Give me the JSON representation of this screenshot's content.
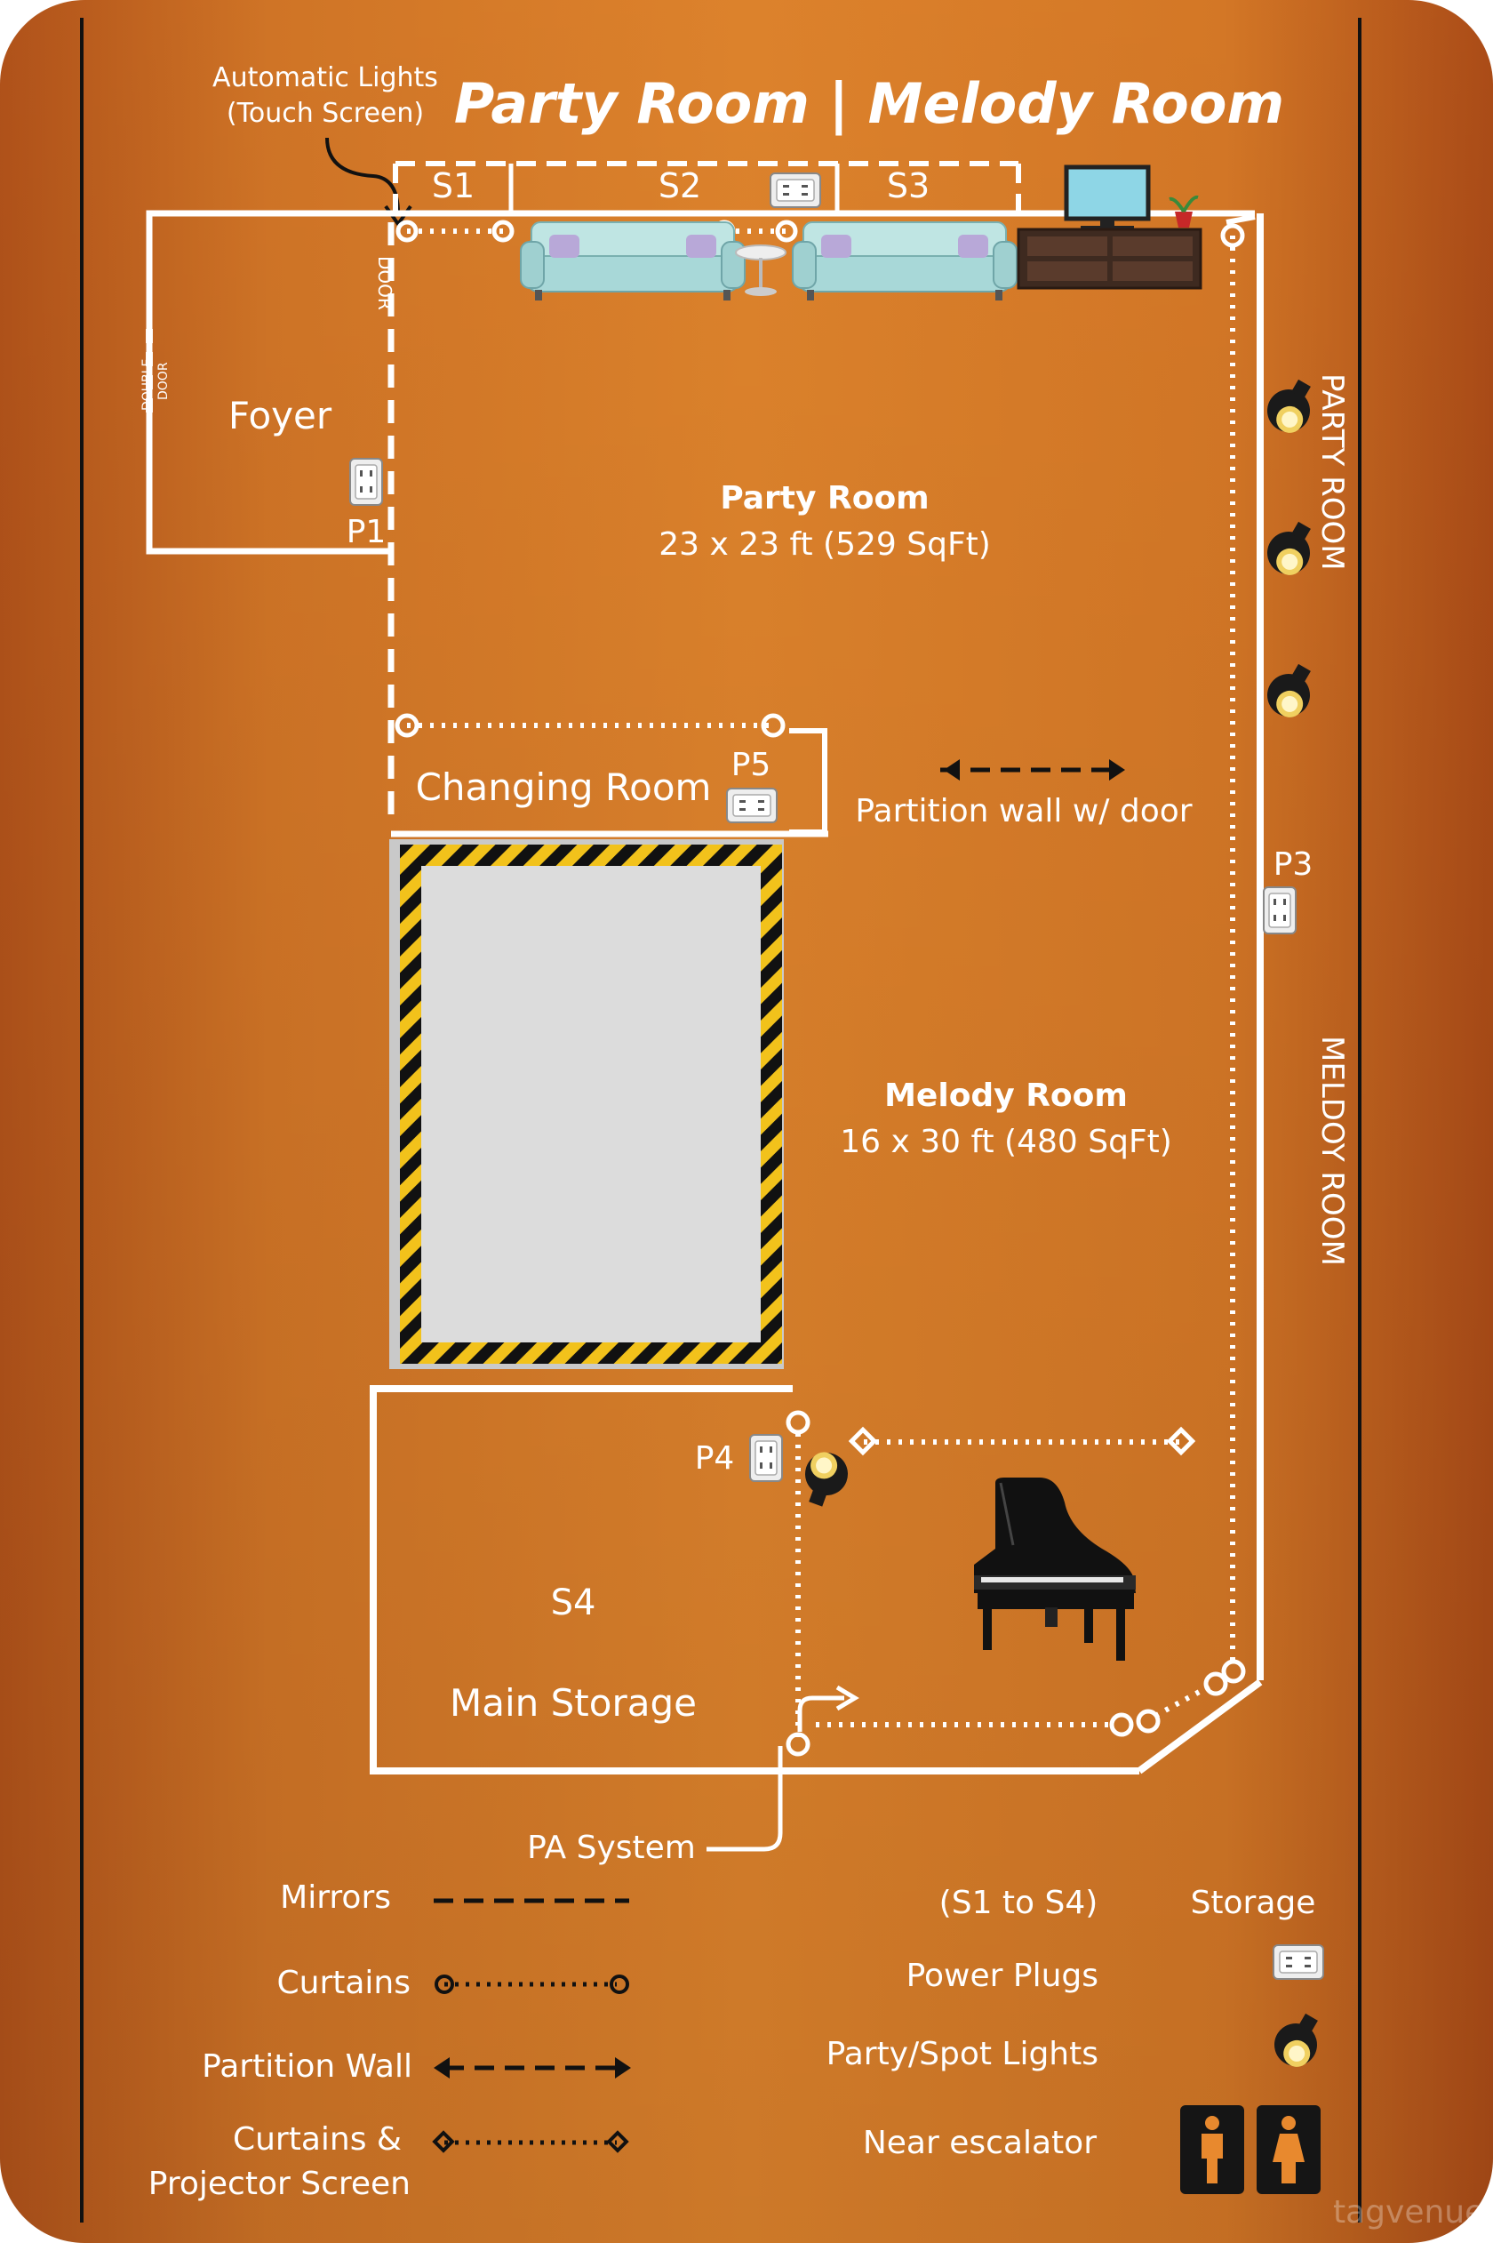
{
  "title": "Party Room | Melody Room",
  "callout": {
    "line1": "Automatic Lights",
    "line2": "(Touch Screen)"
  },
  "storage_labels": {
    "s1": "S1",
    "s2": "S2",
    "s3": "S3"
  },
  "door_label": "DOOR",
  "double_door_label": {
    "line1": "DOUBLE",
    "line2": "DOOR"
  },
  "rooms": {
    "foyer": "Foyer",
    "party_room": {
      "name": "Party Room",
      "size": "23 x 23 ft (529 SqFt)"
    },
    "changing_room": "Changing Room",
    "melody_room": {
      "name": "Melody Room",
      "size": "16 x 30 ft (480 SqFt)"
    },
    "main_storage": {
      "code": "S4",
      "name": "Main Storage"
    }
  },
  "plugs": {
    "p1": "P1",
    "p3": "P3",
    "p4": "P4",
    "p5": "P5"
  },
  "partition_note": "Partition wall w/ door",
  "side_labels": {
    "party": "PARTY ROOM",
    "melody": "MELDOY ROOM"
  },
  "pa_system": "PA System",
  "legend": {
    "mirrors": "Mirrors",
    "curtains": "Curtains",
    "partition_wall": "Partition Wall",
    "curtains_projector_line1": "Curtains &",
    "curtains_projector_line2": "Projector Screen",
    "storage_range": "(S1 to S4)",
    "storage": "Storage",
    "power_plugs": "Power Plugs",
    "party_spot_lights": "Party/Spot Lights",
    "near_escalator": "Near escalator"
  },
  "watermark": "tagvenue",
  "colors": {
    "background_light": "#E8892E",
    "background_dark": "#B5501A",
    "walls": "#FFFFFF",
    "hazard_yellow": "#F2C21B",
    "hazard_black": "#111111",
    "reserved_area": "#DCDCDC"
  },
  "icons": [
    "sofa-icon",
    "side-table-icon",
    "tv-icon",
    "tv-cabinet-icon",
    "plant-icon",
    "grand-piano-icon",
    "spotlight-icon",
    "power-plug-icon",
    "male-restroom-icon",
    "female-restroom-icon"
  ]
}
